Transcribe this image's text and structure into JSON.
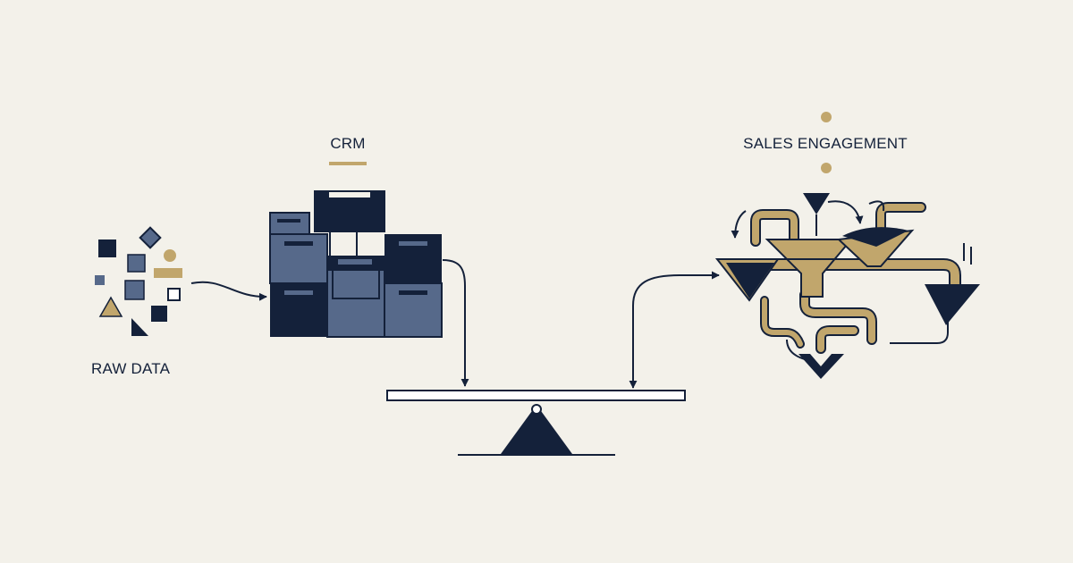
{
  "labels": {
    "raw_data": "RAW DATA",
    "crm": "CRM",
    "sales_engagement": "SALES ENGAGEMENT"
  },
  "colors": {
    "background": "#f3f1ea",
    "navy": "#14213a",
    "slate_blue": "#56698a",
    "gold": "#c1a66c",
    "white": "#ffffff"
  },
  "icons": {
    "raw_data": "scattered-shapes-icon",
    "crm": "filing-cabinet-icon",
    "sales_engagement": "funnel-pipes-icon",
    "balance": "seesaw-scale-icon"
  }
}
